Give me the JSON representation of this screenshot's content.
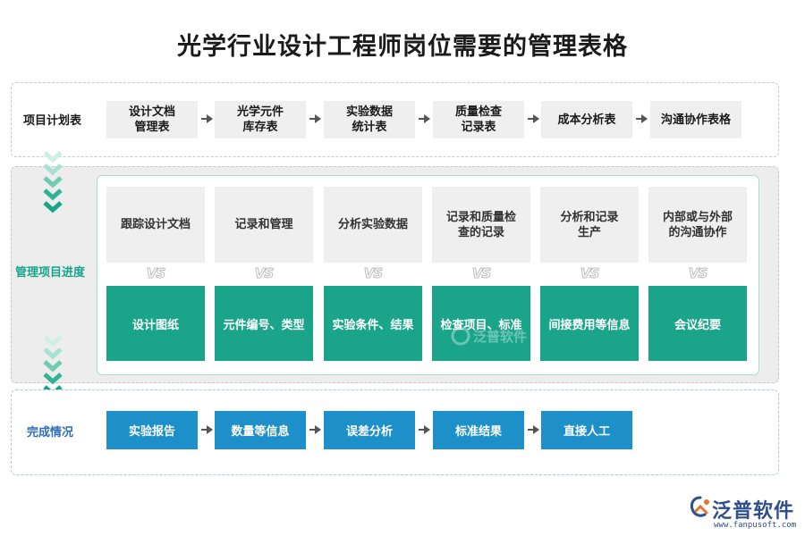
{
  "title": "光学行业设计工程师岗位需要的管理表格",
  "rows": {
    "plan": {
      "label": "项目计划表",
      "items": [
        {
          "line1": "设计文档",
          "line2": "管理表"
        },
        {
          "line1": "光学元件",
          "line2": "库存表"
        },
        {
          "line1": "实验数据",
          "line2": "统计表"
        },
        {
          "line1": "质量检查",
          "line2": "记录表"
        },
        {
          "line1": "成本分析表",
          "line2": ""
        },
        {
          "line1": "沟通协作表格",
          "line2": ""
        }
      ]
    },
    "progress": {
      "label": "管理项目进度",
      "vs_text": "VS",
      "items": [
        {
          "q1": "跟踪设计文档",
          "q2": "",
          "answer": "设计图纸"
        },
        {
          "q1": "记录和管理",
          "q2": "",
          "answer": "元件编号、类型"
        },
        {
          "q1": "分析实验数据",
          "q2": "",
          "answer": "实验条件、结果"
        },
        {
          "q1": "记录和质量检",
          "q2": "查的记录",
          "answer": "检查项目、标准"
        },
        {
          "q1": "分析和记录",
          "q2": "生产",
          "answer": "间接费用等信息"
        },
        {
          "q1": "内部或与外部",
          "q2": "的沟通协作",
          "answer": "会议纪要"
        }
      ]
    },
    "done": {
      "label": "完成情况",
      "items": [
        "实验报告",
        "数量等信息",
        "误差分析",
        "标准结果",
        "直接人工"
      ]
    }
  },
  "watermark": "泛普软件",
  "logo": {
    "name": "泛普软件",
    "url": "www.fanpusoft.com"
  },
  "colors": {
    "green": "#1aa58b",
    "blue": "#1d8fc9",
    "logo": "#2f4e8c"
  }
}
